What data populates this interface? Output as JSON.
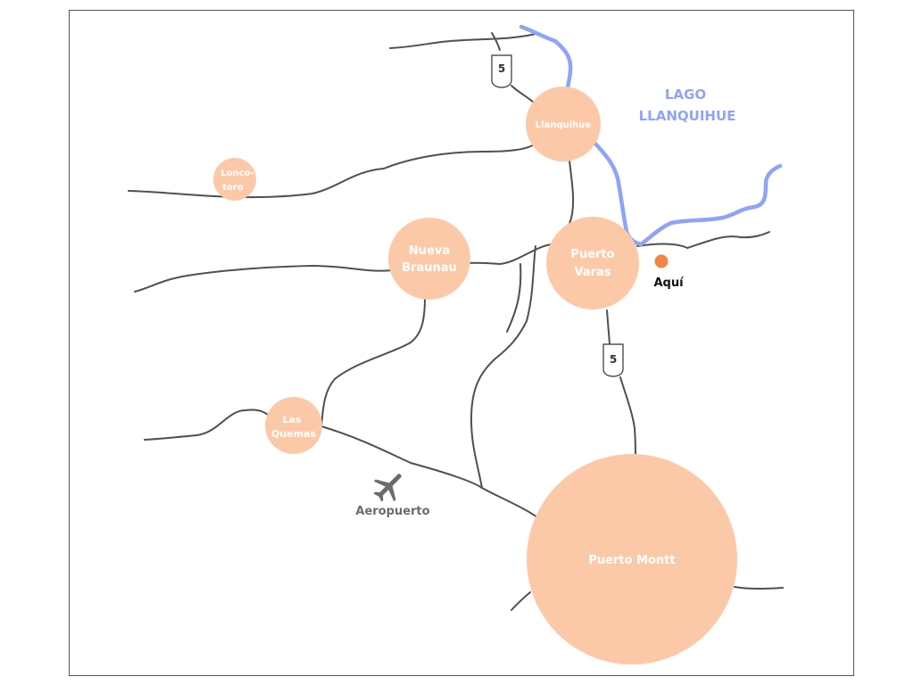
{
  "map": {
    "lake": {
      "line1": "LAGO",
      "line2": "LLANQUIHUE"
    },
    "cities": [
      {
        "id": "llanquihue",
        "lines": [
          "Llanquihue"
        ]
      },
      {
        "id": "loncotoro",
        "lines": [
          "Lonco-",
          "toro"
        ]
      },
      {
        "id": "nueva-braunau",
        "lines": [
          "Nueva",
          "Braunau"
        ]
      },
      {
        "id": "puerto-varas",
        "lines": [
          "Puerto",
          "Varas"
        ]
      },
      {
        "id": "las-quemas",
        "lines": [
          "Las",
          "Quemas"
        ]
      },
      {
        "id": "puerto-montt",
        "lines": [
          "Puerto Montt"
        ]
      }
    ],
    "highway_shields": [
      {
        "id": "route-5-north",
        "number": "5"
      },
      {
        "id": "route-5-south",
        "number": "5"
      }
    ],
    "you_are_here": {
      "label": "Aquí",
      "color": "#f5843f"
    },
    "airport": {
      "label": "Aeropuerto",
      "icon": "airplane-icon"
    },
    "colors": {
      "city": "#fcc9a8",
      "river": "#8ea4f5",
      "road": "#505050"
    }
  }
}
